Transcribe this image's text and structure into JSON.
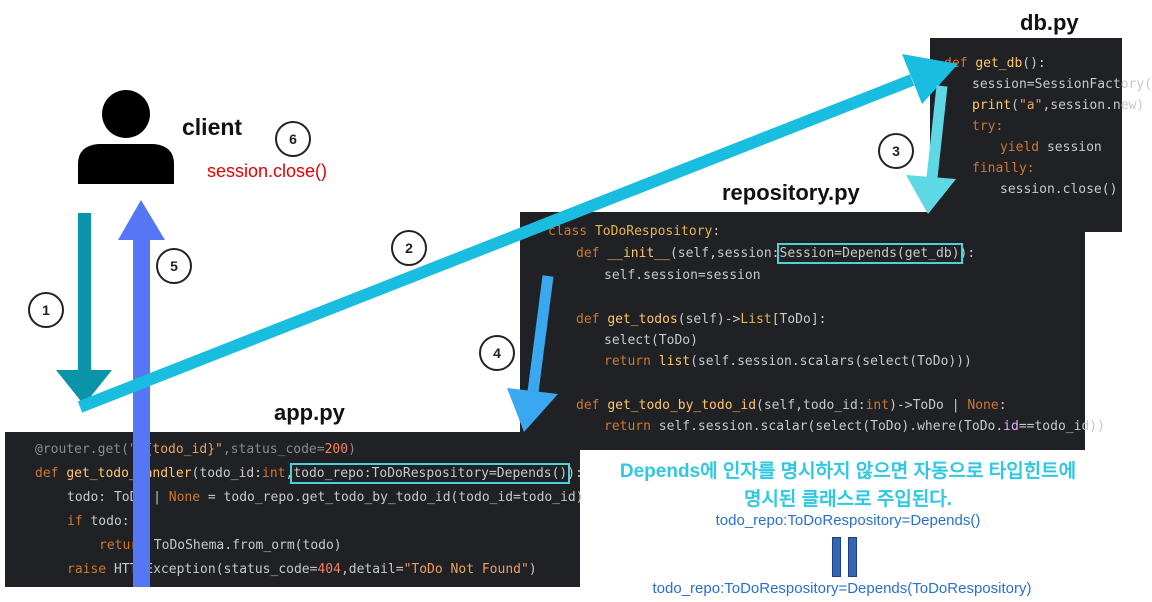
{
  "labels": {
    "db_title": "db.py",
    "repo_title": "repository.py",
    "app_title": "app.py",
    "client": "client",
    "session_close": "session.close()"
  },
  "steps": [
    "1",
    "2",
    "3",
    "4",
    "5",
    "6"
  ],
  "colors": {
    "arrow_1": "#0b93aa",
    "arrow_2": "#19bde0",
    "arrow_3": "#5fd8e6",
    "arrow_4": "#3aa8f0",
    "arrow_5": "#5677f5",
    "highlight_box": "#4fd1d9",
    "note_cyan": "#2fc8e0",
    "note_blue": "#2a6fd0",
    "note_red": "#e00000"
  },
  "icons": {
    "client": "user-icon"
  },
  "code": {
    "db": {
      "l1a": "def ",
      "l1b": "get_db",
      "l1c": "():",
      "l2": "session=SessionFactory()",
      "l3a": "print",
      "l3b": "(",
      "l3c": "\"a\"",
      "l3d": ",session.new)",
      "l4": "try:",
      "l5a": "yield",
      "l5b": " session",
      "l6": "finally:",
      "l7": "session.close()"
    },
    "repo": {
      "l1a": "class ",
      "l1b": "ToDoRespository",
      "l1c": ":",
      "l2a": "def ",
      "l2b": "__init__",
      "l2c": "(self,session:",
      "l2d": "Session=Depends(get_db)",
      "l2e": "):",
      "l3": "self.session=session",
      "l4a": "def ",
      "l4b": "get_todos",
      "l4c": "(self)->",
      "l4d": "List",
      "l4e": "[ToDo]:",
      "l5": "select(ToDo)",
      "l6a": "return ",
      "l6b": "list",
      "l6c": "(self.session.scalars(select(ToDo)))",
      "l7a": "def ",
      "l7b": "get_todo_by_todo_id",
      "l7c": "(self,todo_id:",
      "l7d": "int",
      "l7e": ")->ToDo | ",
      "l7f": "None",
      "l7g": ":",
      "l8a": "return ",
      "l8b": "self.session.scalar(select(ToDo).where(ToDo.",
      "l8c": "id",
      "l8d": "==todo_id))"
    },
    "app": {
      "l1a": "@router.get(\"",
      "l1b": "/{todo_id}\"",
      "l1c": ",status_code=",
      "l1d": "200",
      "l1e": ")",
      "l2a": "def ",
      "l2b": "get_todo_handler",
      "l2c": "(todo_id:",
      "l2d": "int",
      "l2e": ",",
      "l2f": "todo_repo:ToDoRespository=Depends()",
      "l2g": "):",
      "l3a": "todo: ToDo | ",
      "l3b": "None",
      "l3c": " = todo_repo.get_todo_by_todo_id(todo_id=todo_id)",
      "l4a": "if",
      "l4b": " todo:",
      "l5a": "return ",
      "l5b": "ToDoShema.from_orm(todo)",
      "l6a": "raise ",
      "l6b": "HTTPException(status_code=",
      "l6c": "404",
      "l6d": ",detail=",
      "l6e": "\"ToDo Not Found\"",
      "l6f": ")"
    }
  },
  "notes": {
    "depends_line1": "Depends에 인자를 명시하지 않으면 자동으로 타입힌트에",
    "depends_line2": "명시된 클래스로 주입된다.",
    "eq_top": "todo_repo:ToDoRespository=Depends()",
    "eq_sign": "||",
    "eq_bottom": "todo_repo:ToDoRespository=Depends(ToDoRespository)"
  }
}
